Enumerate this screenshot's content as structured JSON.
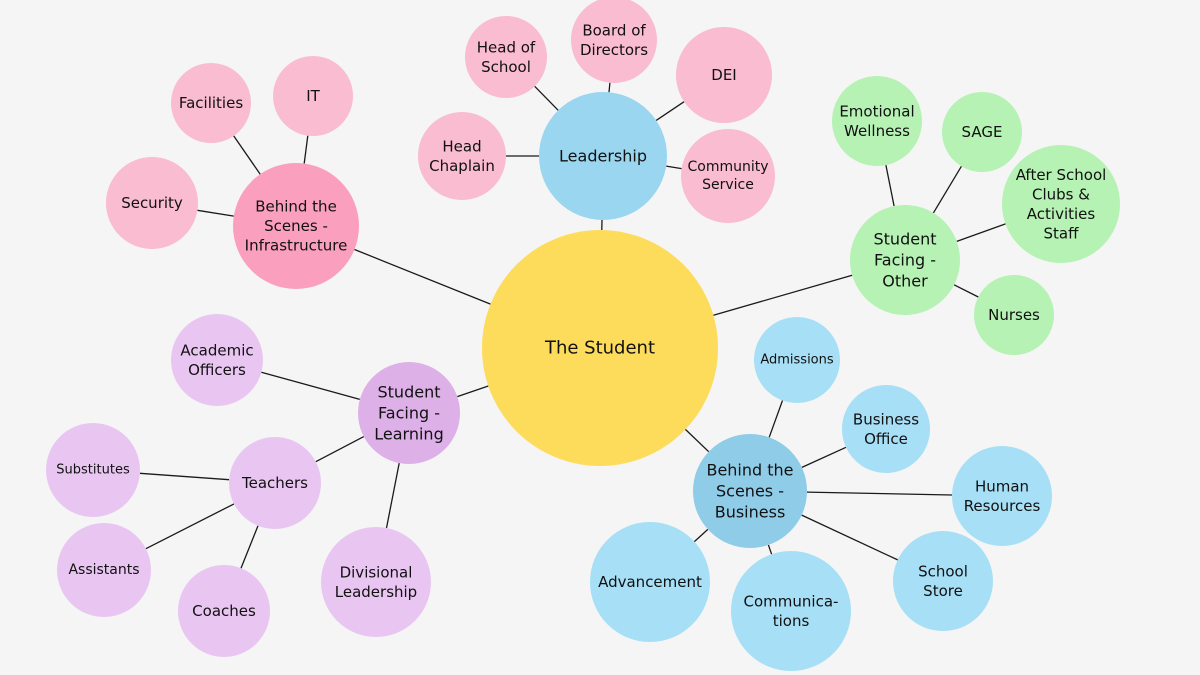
{
  "palette": {
    "background": "#f5f5f5",
    "center": "#fddc5c",
    "pink_hub": "#fb9fbf",
    "pink_leaf": "#f9bcd0",
    "blue_hub": "#9ad6ef",
    "blue_leaf": "#a6dff6",
    "blue_hub_business": "#8fcce8",
    "green": "#b5f2b4",
    "purple_hub": "#deb0e8",
    "purple_leaf": "#e9c6f2"
  },
  "nodes": [
    {
      "id": "student",
      "lines": [
        "The Student"
      ],
      "color_key": "center"
    },
    {
      "id": "leadership",
      "lines": [
        "Leadership"
      ],
      "color_key": "blue_hub"
    },
    {
      "id": "head-of-school",
      "lines": [
        "Head of",
        "School"
      ],
      "color_key": "pink_leaf"
    },
    {
      "id": "board-of-directors",
      "lines": [
        "Board of",
        "Directors"
      ],
      "color_key": "pink_leaf"
    },
    {
      "id": "dei",
      "lines": [
        "DEI"
      ],
      "color_key": "pink_leaf"
    },
    {
      "id": "head-chaplain",
      "lines": [
        "Head",
        "Chaplain"
      ],
      "color_key": "pink_leaf"
    },
    {
      "id": "community-service",
      "lines": [
        "Community",
        "Service"
      ],
      "color_key": "pink_leaf"
    },
    {
      "id": "infrastructure",
      "lines": [
        "Behind the",
        "Scenes -",
        "Infrastructure"
      ],
      "color_key": "pink_hub"
    },
    {
      "id": "facilities",
      "lines": [
        "Facilities"
      ],
      "color_key": "pink_leaf"
    },
    {
      "id": "it",
      "lines": [
        "IT"
      ],
      "color_key": "pink_leaf"
    },
    {
      "id": "security",
      "lines": [
        "Security"
      ],
      "color_key": "pink_leaf"
    },
    {
      "id": "student-facing-other",
      "lines": [
        "Student",
        "Facing -",
        "Other"
      ],
      "color_key": "green"
    },
    {
      "id": "emotional-wellness",
      "lines": [
        "Emotional",
        "Wellness"
      ],
      "color_key": "green"
    },
    {
      "id": "sage",
      "lines": [
        "SAGE"
      ],
      "color_key": "green"
    },
    {
      "id": "after-school",
      "lines": [
        "After School",
        "Clubs &",
        "Activities",
        "Staff"
      ],
      "color_key": "green"
    },
    {
      "id": "nurses",
      "lines": [
        "Nurses"
      ],
      "color_key": "green"
    },
    {
      "id": "student-facing-learning",
      "lines": [
        "Student",
        "Facing -",
        "Learning"
      ],
      "color_key": "purple_hub"
    },
    {
      "id": "academic-officers",
      "lines": [
        "Academic",
        "Officers"
      ],
      "color_key": "purple_leaf"
    },
    {
      "id": "teachers",
      "lines": [
        "Teachers"
      ],
      "color_key": "purple_leaf"
    },
    {
      "id": "substitutes",
      "lines": [
        "Substitutes"
      ],
      "color_key": "purple_leaf"
    },
    {
      "id": "assistants",
      "lines": [
        "Assistants"
      ],
      "color_key": "purple_leaf"
    },
    {
      "id": "coaches",
      "lines": [
        "Coaches"
      ],
      "color_key": "purple_leaf"
    },
    {
      "id": "divisional-leadership",
      "lines": [
        "Divisional",
        "Leadership"
      ],
      "color_key": "purple_leaf"
    },
    {
      "id": "business",
      "lines": [
        "Behind the",
        "Scenes -",
        "Business"
      ],
      "color_key": "blue_hub_business"
    },
    {
      "id": "admissions",
      "lines": [
        "Admissions"
      ],
      "color_key": "blue_leaf"
    },
    {
      "id": "business-office",
      "lines": [
        "Business",
        "Office"
      ],
      "color_key": "blue_leaf"
    },
    {
      "id": "human-resources",
      "lines": [
        "Human",
        "Resources"
      ],
      "color_key": "blue_leaf"
    },
    {
      "id": "school-store",
      "lines": [
        "School",
        "Store"
      ],
      "color_key": "blue_leaf"
    },
    {
      "id": "communications",
      "lines": [
        "Communica-",
        "tions"
      ],
      "color_key": "blue_leaf"
    },
    {
      "id": "advancement",
      "lines": [
        "Advancement"
      ],
      "color_key": "blue_leaf"
    }
  ],
  "edges": [
    [
      "student",
      "leadership"
    ],
    [
      "student",
      "infrastructure"
    ],
    [
      "student",
      "student-facing-other"
    ],
    [
      "student",
      "student-facing-learning"
    ],
    [
      "student",
      "business"
    ],
    [
      "leadership",
      "head-of-school"
    ],
    [
      "leadership",
      "board-of-directors"
    ],
    [
      "leadership",
      "dei"
    ],
    [
      "leadership",
      "head-chaplain"
    ],
    [
      "leadership",
      "community-service"
    ],
    [
      "infrastructure",
      "facilities"
    ],
    [
      "infrastructure",
      "it"
    ],
    [
      "infrastructure",
      "security"
    ],
    [
      "student-facing-other",
      "emotional-wellness"
    ],
    [
      "student-facing-other",
      "sage"
    ],
    [
      "student-facing-other",
      "after-school"
    ],
    [
      "student-facing-other",
      "nurses"
    ],
    [
      "student-facing-learning",
      "academic-officers"
    ],
    [
      "student-facing-learning",
      "teachers"
    ],
    [
      "student-facing-learning",
      "divisional-leadership"
    ],
    [
      "teachers",
      "substitutes"
    ],
    [
      "teachers",
      "assistants"
    ],
    [
      "teachers",
      "coaches"
    ],
    [
      "business",
      "admissions"
    ],
    [
      "business",
      "business-office"
    ],
    [
      "business",
      "human-resources"
    ],
    [
      "business",
      "school-store"
    ],
    [
      "business",
      "communications"
    ],
    [
      "business",
      "advancement"
    ]
  ]
}
